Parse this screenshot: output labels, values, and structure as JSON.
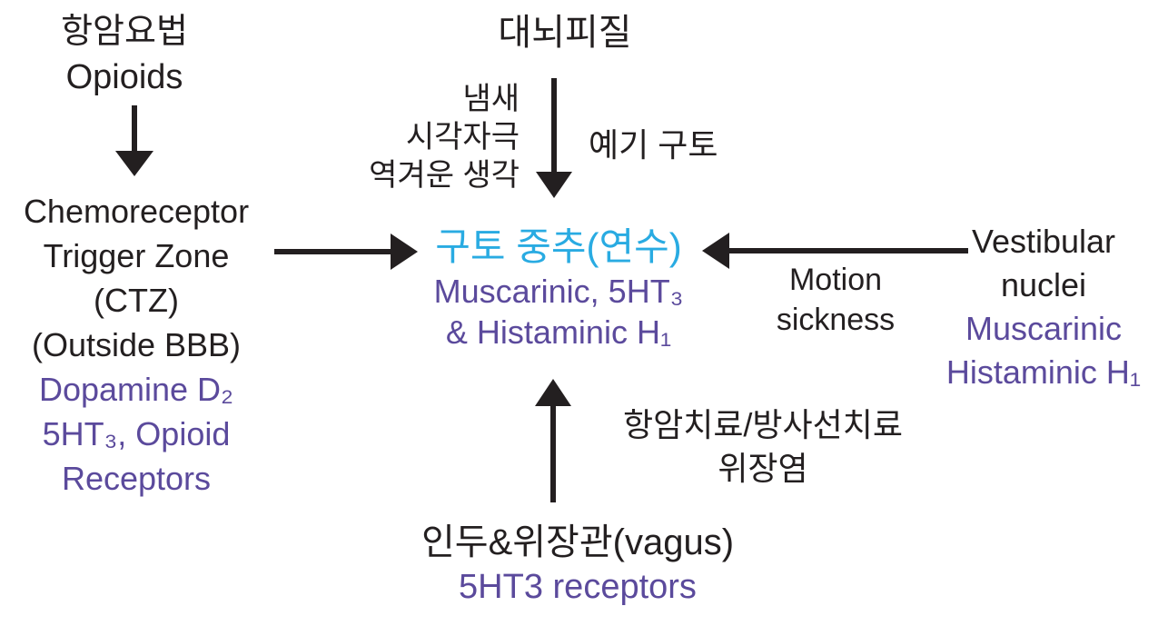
{
  "colors": {
    "text_black": "#231f20",
    "highlight_cyan": "#29abe2",
    "receptor_purple": "#5b4a9c",
    "background": "#ffffff"
  },
  "chemo_node": {
    "korean": "항암요법",
    "english": "Opioids"
  },
  "cortex_node": {
    "label": "대뇌피질"
  },
  "cortex_stimuli": {
    "line1": "냄새",
    "line2": "시각자극",
    "line3": "역겨운 생각"
  },
  "anticipatory": {
    "label": "예기 구토"
  },
  "ctz_node": {
    "line1": "Chemoreceptor",
    "line2": "Trigger Zone",
    "line3": "(CTZ)",
    "line4": "(Outside BBB)",
    "receptor1": "Dopamine D₂",
    "receptor2": "5HT₃, Opioid",
    "receptor3": "Receptors"
  },
  "vomiting_center": {
    "title": "구토 중추(연수)",
    "receptor1": "Muscarinic, 5HT₃",
    "receptor2": "& Histaminic H₁"
  },
  "motion": {
    "line1": "Motion",
    "line2": "sickness"
  },
  "vestibular_node": {
    "line1": "Vestibular",
    "line2": "nuclei",
    "receptor1": "Muscarinic",
    "receptor2": "Histaminic H₁"
  },
  "gi_cause": {
    "line1": "항암치료/방사선치료",
    "line2": "위장염"
  },
  "pharynx_node": {
    "title": "인두&위장관(vagus)",
    "receptor": "5HT3 receptors"
  }
}
